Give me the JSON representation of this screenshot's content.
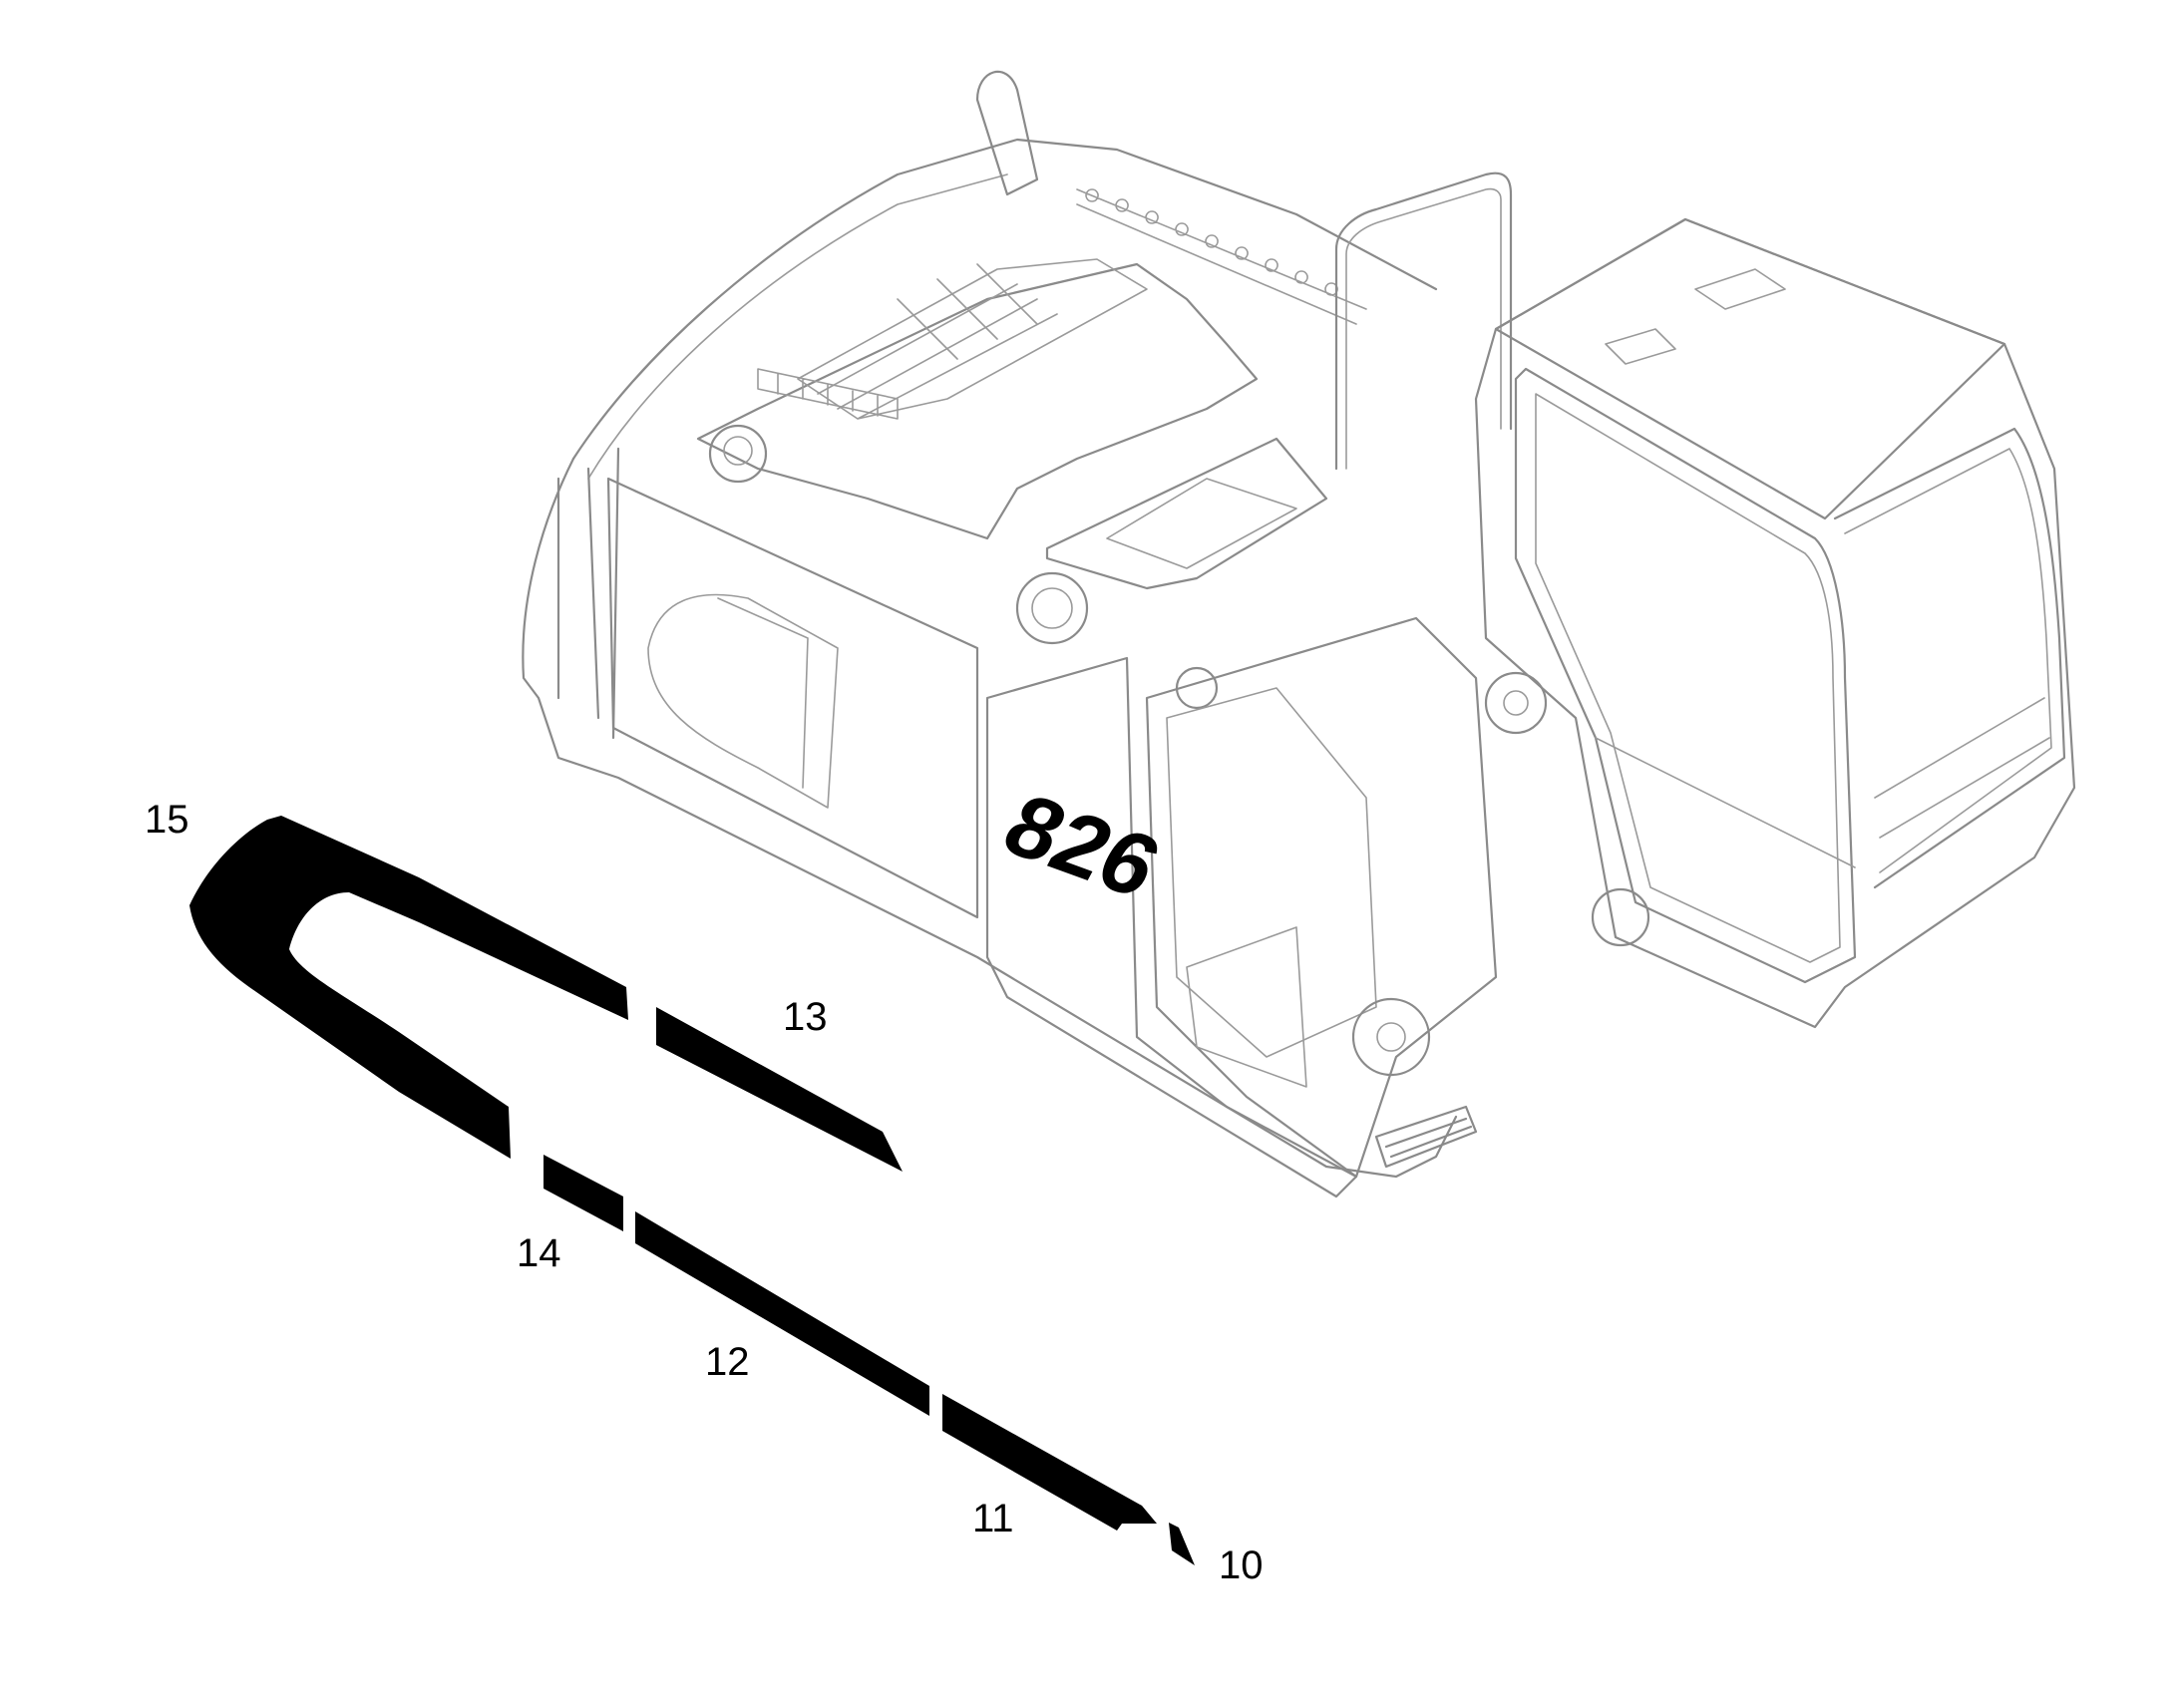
{
  "diagram": {
    "model_badge": "826",
    "callouts": [
      {
        "id": "15",
        "label": "15"
      },
      {
        "id": "13",
        "label": "13"
      },
      {
        "id": "14",
        "label": "14"
      },
      {
        "id": "12",
        "label": "12"
      },
      {
        "id": "11",
        "label": "11"
      },
      {
        "id": "10",
        "label": "10"
      }
    ]
  },
  "colors": {
    "line_art": "#8a8a8a",
    "decal": "#000000",
    "background": "#ffffff"
  }
}
